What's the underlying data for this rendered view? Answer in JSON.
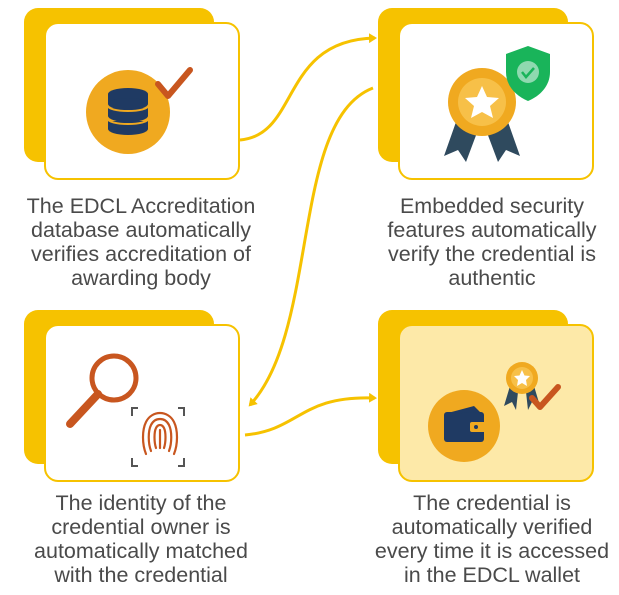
{
  "steps": [
    {
      "id": "database",
      "lines": [
        "The EDCL Accreditation",
        "database automatically",
        "verifies accreditation of",
        "awarding body"
      ],
      "icon": "database-check-icon"
    },
    {
      "id": "security",
      "lines": [
        "Embedded security",
        "features automatically",
        "verify the credential is",
        "authentic"
      ],
      "icon": "award-shield-icon"
    },
    {
      "id": "identity",
      "lines": [
        "The identity of the",
        "credential owner is",
        "automatically matched",
        "with the credential"
      ],
      "icon": "magnifier-fingerprint-icon"
    },
    {
      "id": "wallet",
      "lines": [
        "The credential is",
        "automatically verified",
        "every time it is accessed",
        "in the EDCL wallet"
      ],
      "icon": "wallet-badge-icon"
    }
  ],
  "colors": {
    "accent": "#f6c200",
    "orange": "#f0a920",
    "navy": "#1f3a63",
    "rust": "#c8561f",
    "green": "#19b45a",
    "text": "#4a4a4a"
  }
}
